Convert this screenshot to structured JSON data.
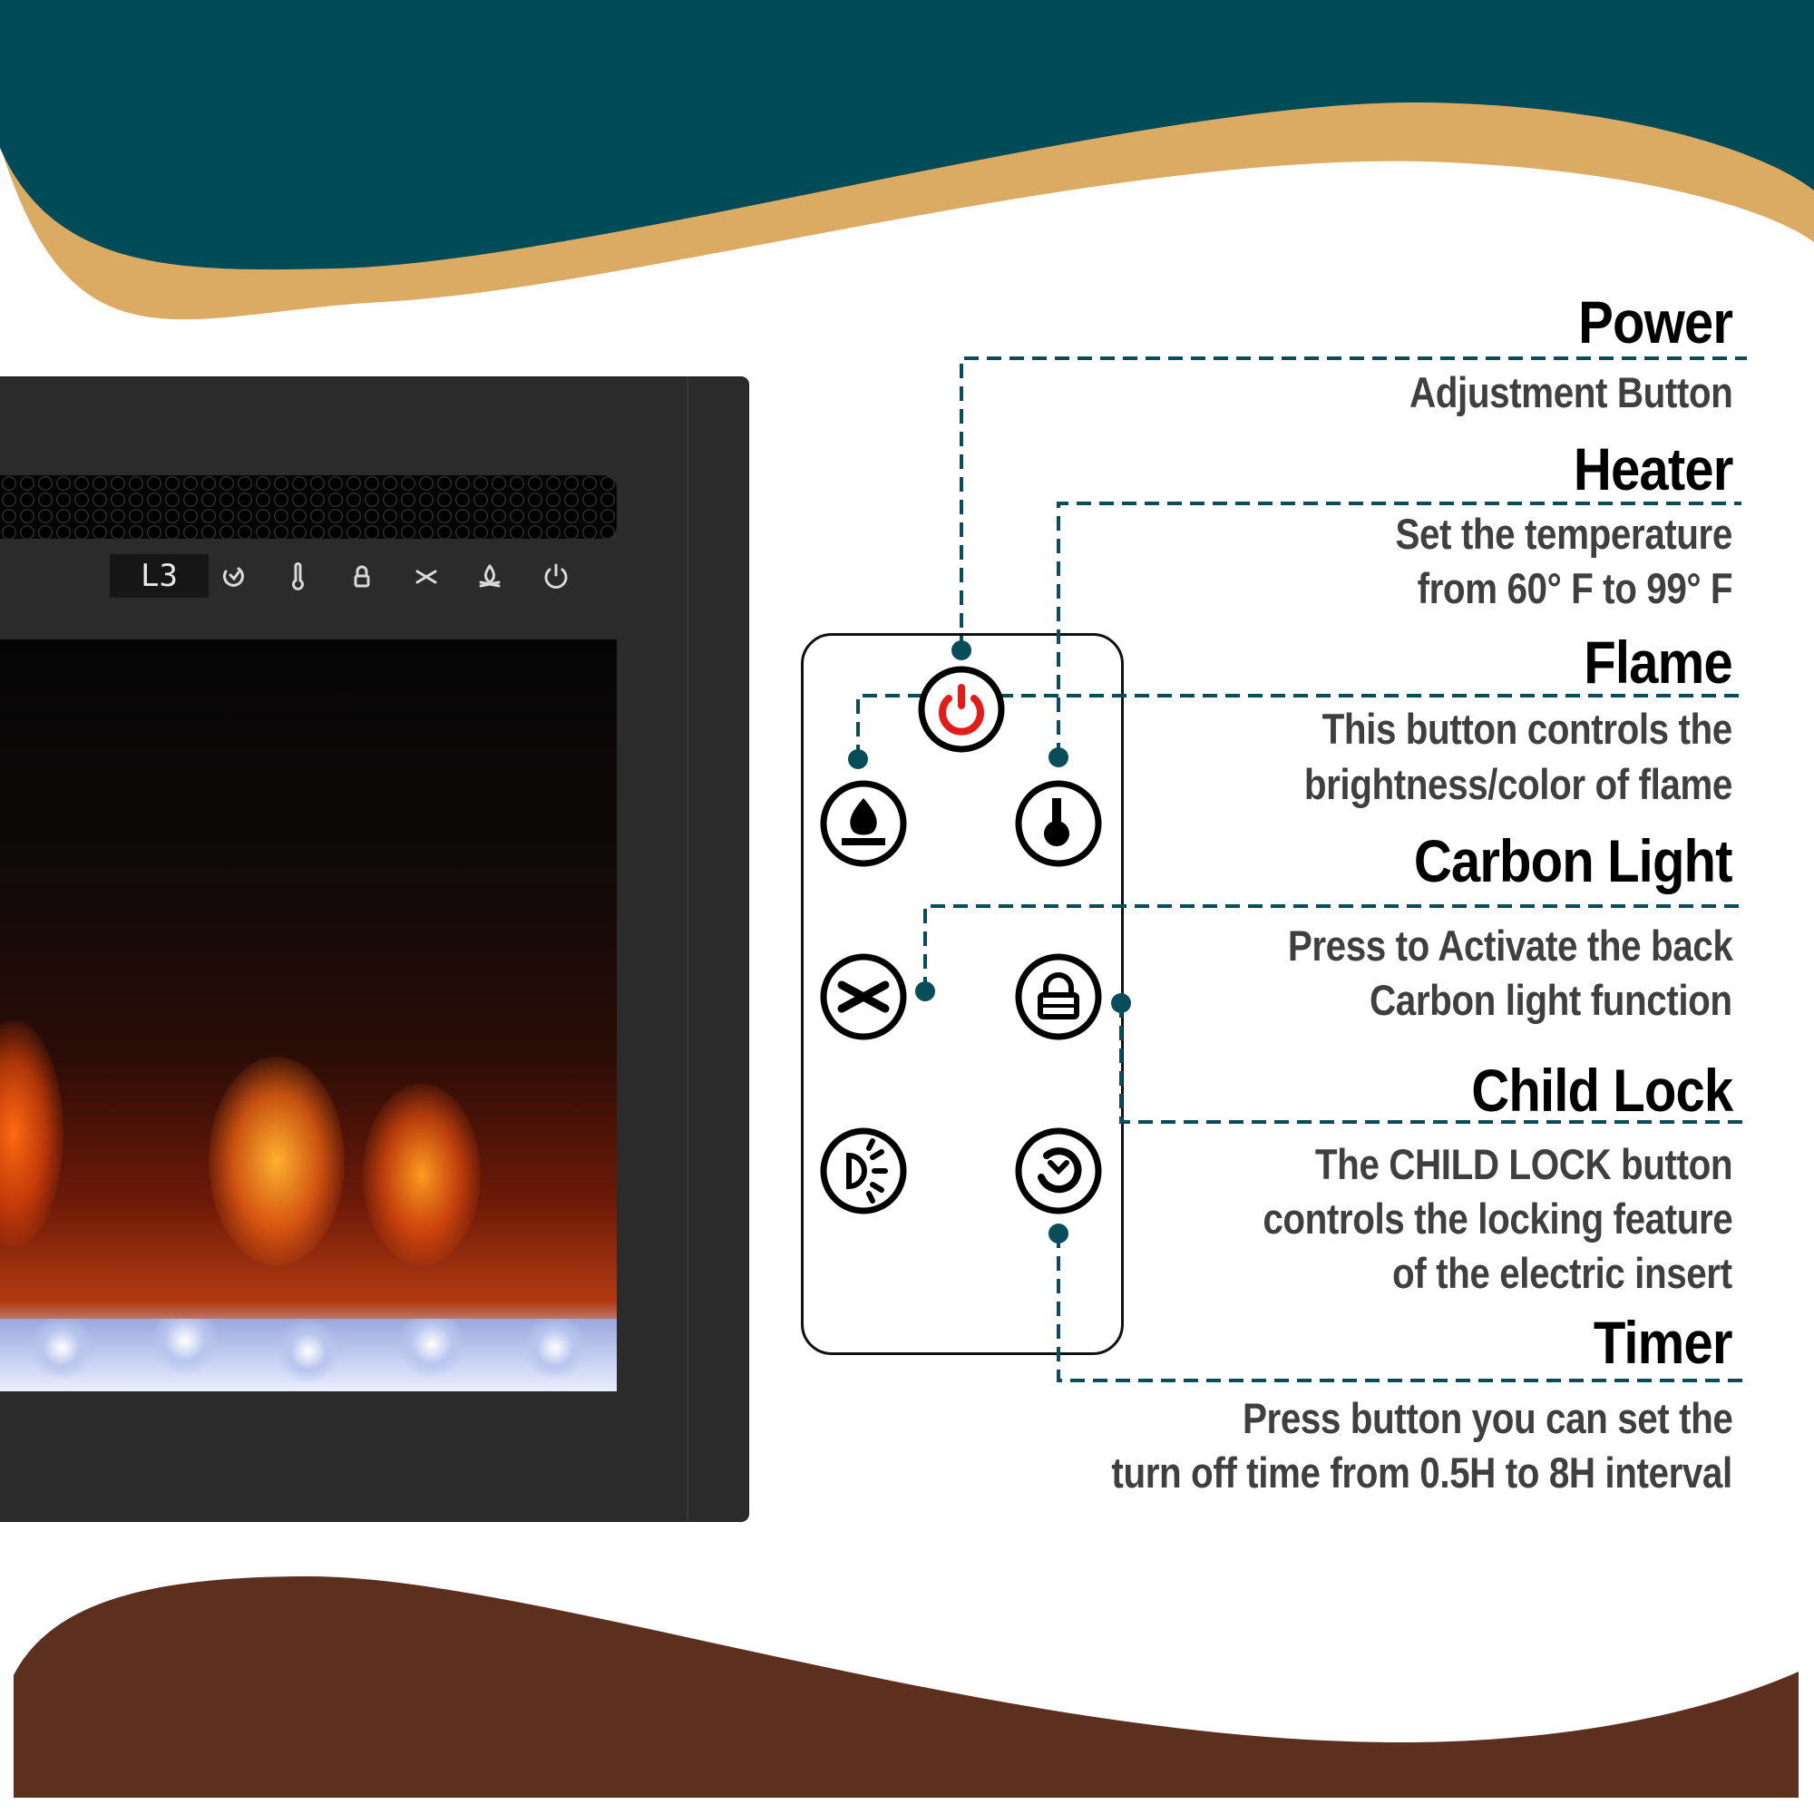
{
  "colors": {
    "teal": "#004b58",
    "gold": "#dcab63",
    "brown": "#5c2f1e",
    "frame": "#2b2b2b",
    "dashed_line": "#0a4d5a",
    "power_red": "#e41b1b",
    "title_text": "#000000",
    "desc_text": "#3f3f3f"
  },
  "fireplace": {
    "display_value": "L3",
    "panel_icons": [
      "timer-icon",
      "thermometer-icon",
      "lock-icon",
      "carbon-light-icon",
      "flame-icon",
      "power-icon"
    ]
  },
  "remote": {
    "buttons": [
      {
        "id": "power",
        "icon": "power-icon"
      },
      {
        "id": "flame",
        "icon": "flame-icon"
      },
      {
        "id": "heater",
        "icon": "thermometer-icon"
      },
      {
        "id": "carbon",
        "icon": "carbon-light-icon"
      },
      {
        "id": "lock",
        "icon": "lock-icon"
      },
      {
        "id": "light",
        "icon": "brightness-icon"
      },
      {
        "id": "timer",
        "icon": "timer-icon"
      }
    ]
  },
  "features": [
    {
      "title": "Power",
      "lines": [
        "Adjustment Button"
      ]
    },
    {
      "title": "Heater",
      "lines": [
        "Set the temperature",
        "from 60°  F to 99°  F"
      ]
    },
    {
      "title": "Flame",
      "lines": [
        "This button controls the",
        "brightness/color of flame"
      ]
    },
    {
      "title": "Carbon Light",
      "lines": [
        "Press to Activate the back",
        "Carbon light function"
      ]
    },
    {
      "title": "Child Lock",
      "lines": [
        "The CHILD LOCK button",
        "controls the locking feature",
        "of the electric insert"
      ]
    },
    {
      "title": "Timer",
      "lines": [
        "Press button you can set the",
        "turn off time from 0.5H to 8H interval"
      ]
    }
  ]
}
